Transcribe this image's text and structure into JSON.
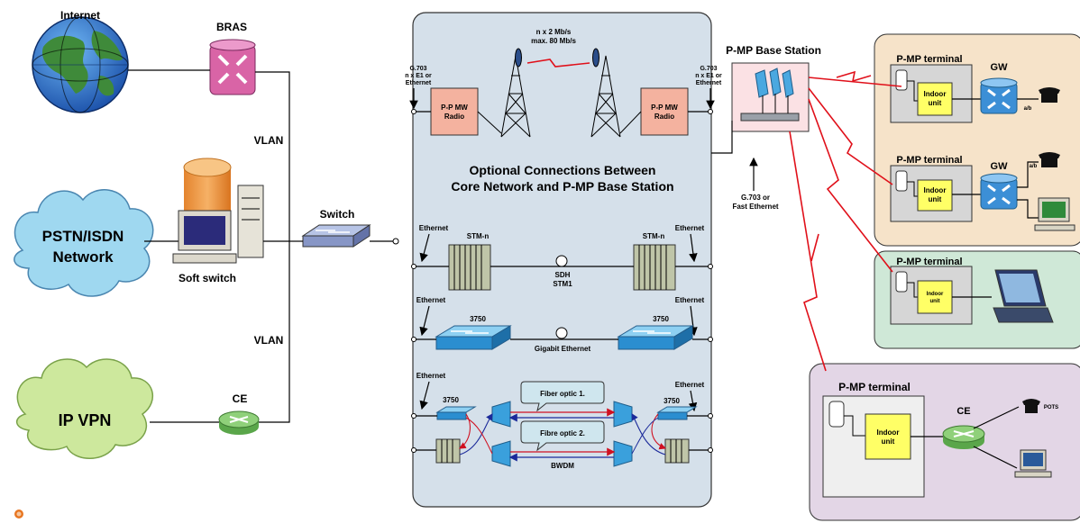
{
  "left": {
    "internet": "Internet",
    "bras": "BRAS",
    "vlan_top": "VLAN",
    "vlan_bottom": "VLAN",
    "switch": "Switch",
    "pstn_line1": "PSTN/ISDN",
    "pstn_line2": "Network",
    "soft_switch": "Soft switch",
    "ip_vpn": "IP VPN",
    "ce": "CE"
  },
  "core": {
    "link_cap_line1": "n x 2 Mb/s",
    "link_cap_line2": "max. 80 Mb/s",
    "g703_left": [
      "G.703",
      "n x E1 or",
      "Ethernet"
    ],
    "g703_right": [
      "G.703",
      "n x E1 or",
      "Ethernet"
    ],
    "radio_left": [
      "P-P MW",
      "Radio"
    ],
    "radio_right": [
      "P-P MW",
      "Radio"
    ],
    "title_line1": "Optional Connections Between",
    "title_line2": "Core Network and P-MP Base Station",
    "eth_sdh_left": "Ethernet",
    "eth_sdh_right": "Ethernet",
    "stm_left": "STM-n",
    "stm_right": "STM-n",
    "sdh_line1": "SDH",
    "sdh_line2": "STM1",
    "eth_ge_left": "Ethernet",
    "eth_ge_right": "Ethernet",
    "sw3750_left": "3750",
    "sw3750_right": "3750",
    "gigabit": "Gigabit Ethernet",
    "eth_f_left": "Ethernet",
    "eth_f_right": "Ethernet",
    "f3750_left": "3750",
    "f3750_right": "3750",
    "fiber1": "Fiber optic 1.",
    "fiber2": "Fibre optic 2.",
    "bwdm": "BWDM"
  },
  "base": {
    "title": "P-MP Base Station",
    "g703_line1": "G.703 or",
    "g703_line2": "Fast Ethernet"
  },
  "terminals": {
    "t1_title": "P-MP terminal",
    "t1_indoor": [
      "Indoor",
      "unit"
    ],
    "t1_gw": "GW",
    "t1_ab": "a/b",
    "t2_title": "P-MP terminal",
    "t2_indoor": [
      "Indoor",
      "unit"
    ],
    "t2_gw": "GW",
    "t2_ab": "a/b",
    "t3_title": "P-MP terminal",
    "t3_indoor": [
      "Indoor",
      "unit"
    ],
    "t4_title": "P-MP terminal",
    "t4_indoor": [
      "Indoor",
      "unit"
    ],
    "t4_ce": "CE",
    "t4_pots": "POTS"
  },
  "colors": {
    "term1_bg": "#f6e3c9",
    "term2_bg": "#f6e3c9",
    "term3_bg": "#cfe8d7",
    "term4_bg": "#e3d6e6",
    "core_bg": "#d5e0ea",
    "indoor_unit": "#ffff66",
    "radio": "#f4b29f",
    "cloud": "#9fd8f0",
    "ipvpn_cloud": "#cde89d",
    "gw_router": "#3c8fd6",
    "bras": "#d964a6",
    "ce_router": "#7fc86a",
    "radio_link": "#e0101a"
  }
}
